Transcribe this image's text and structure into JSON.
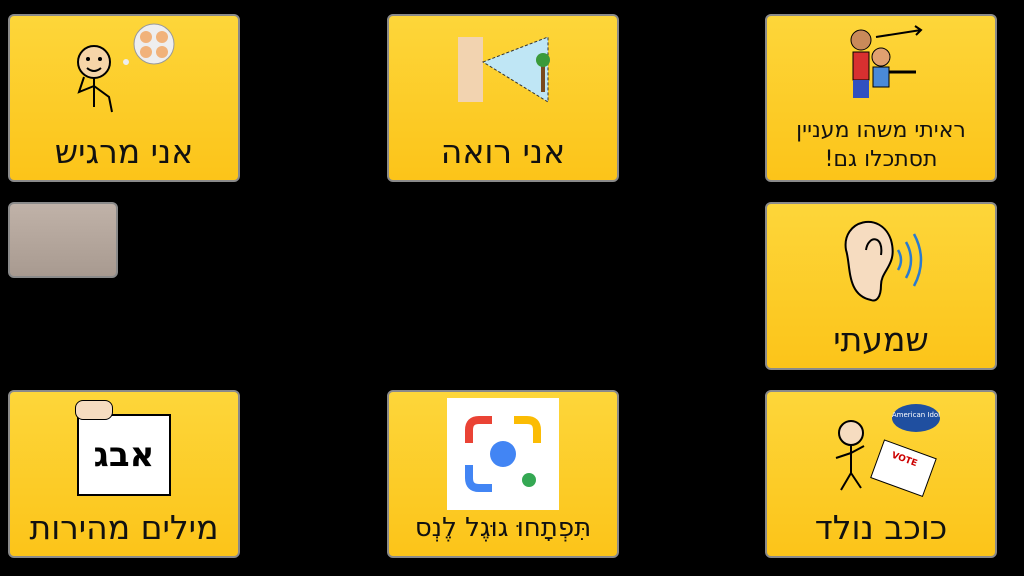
{
  "tiles": [
    {
      "label": "אני מרגיש",
      "icon": "feelings-icon"
    },
    {
      "label": "אני רואה",
      "icon": "seeing-icon"
    },
    {
      "label_line1": "ראיתי משהו מעניין",
      "label_line2": "תסתכלו גם!",
      "icon": "pointing-look-icon"
    },
    {
      "label": "שמעתי",
      "icon": "ear-hearing-icon"
    },
    {
      "label": "מילים מהירות",
      "icon": "alphabet-card-icon",
      "card_text": "אבג"
    },
    {
      "label": "תִּפְתָחוּ גוּגֶל לֶנְס",
      "icon": "google-lens-icon"
    },
    {
      "label": "כוכב נולד",
      "icon": "singing-vote-icon",
      "badge_text": "American Idol",
      "vote_text": "VOTE"
    }
  ],
  "colors": {
    "tile": "#fcc419",
    "border": "#8a8a8a",
    "background": "#000000"
  }
}
